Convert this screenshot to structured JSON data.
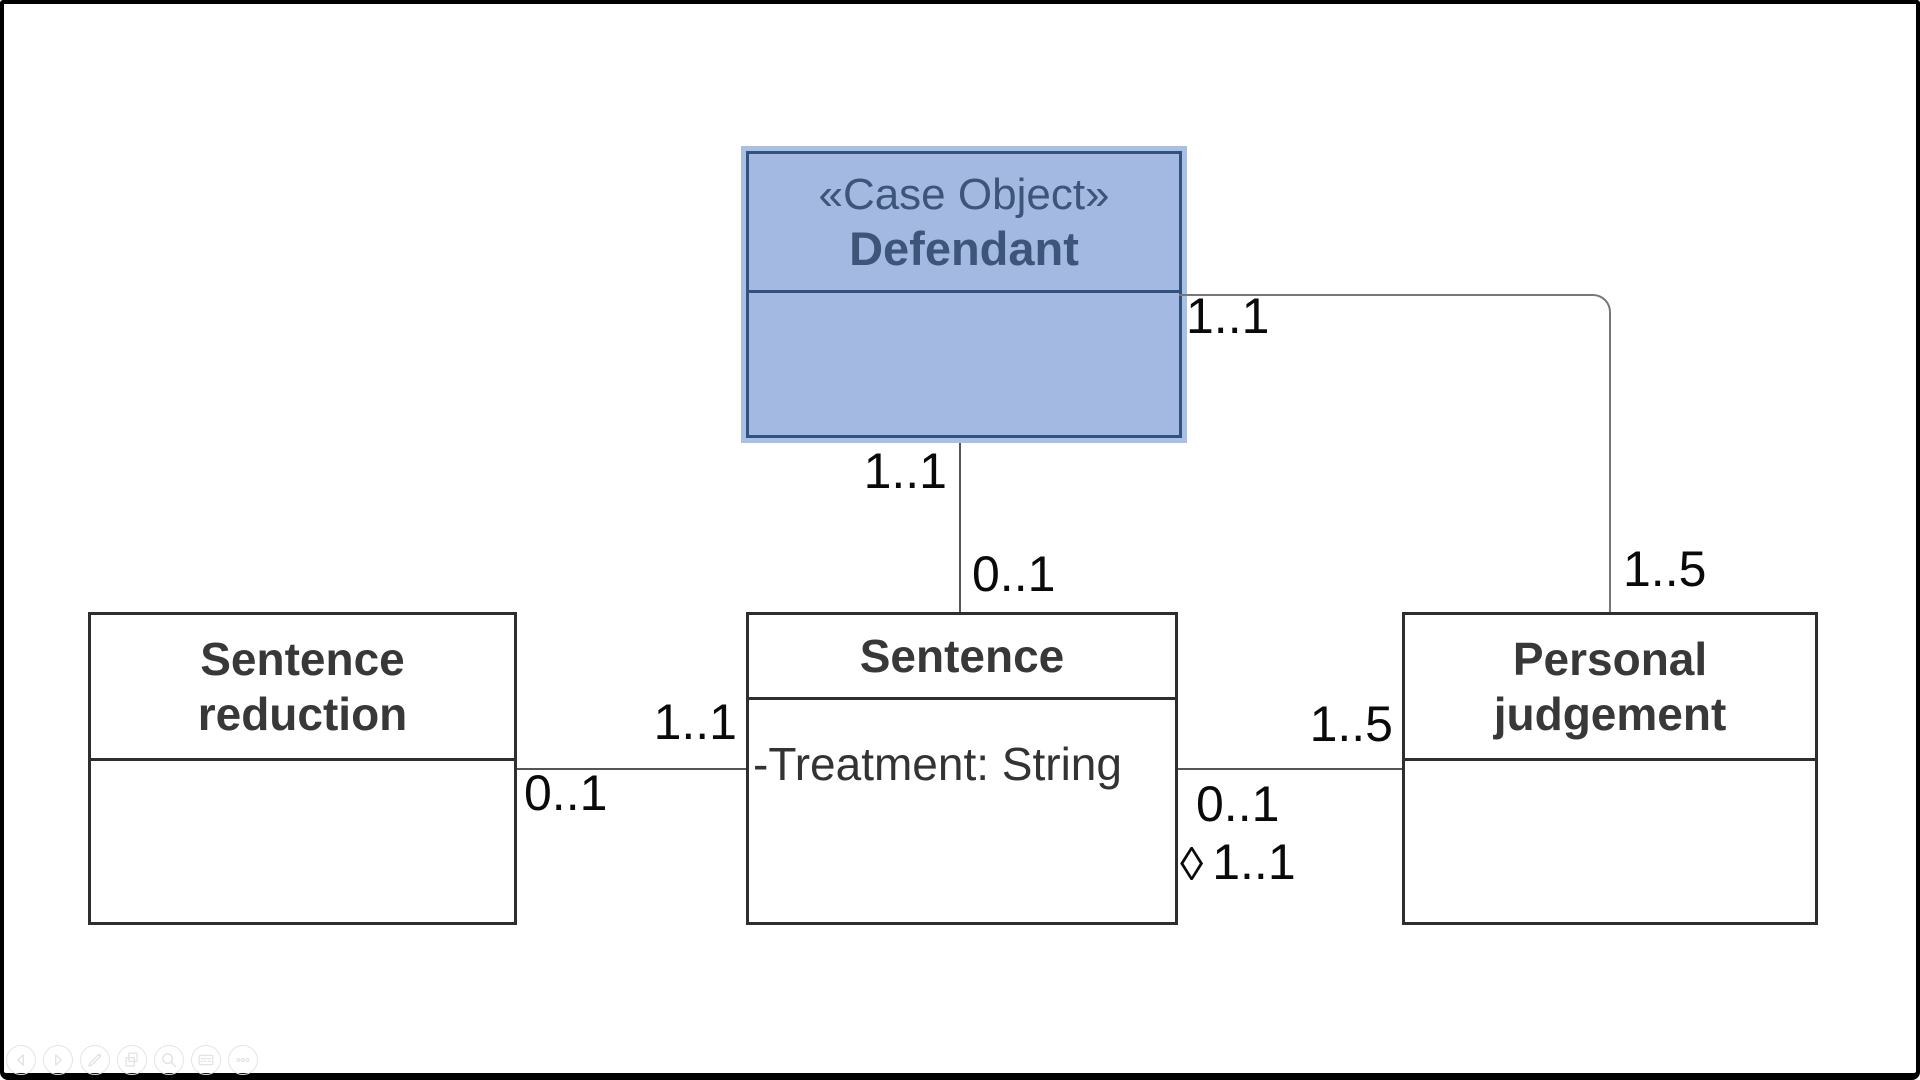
{
  "diagram": {
    "defendant": {
      "stereotype": "«Case Object»",
      "name": "Defendant",
      "fill_color": "#a4b9e1",
      "border_color": "#31517e",
      "selection_halo_color": "#aabfe4",
      "text_color": "#3c5578"
    },
    "sentence_reduction": {
      "name": "Sentence reduction"
    },
    "sentence": {
      "name": "Sentence",
      "attribute": "-Treatment: String"
    },
    "personal_judgement": {
      "name": "Personal judgement"
    },
    "associations": {
      "defendant_sentence": {
        "near_defendant": "1..1",
        "near_sentence": "0..1"
      },
      "defendant_judgement": {
        "near_defendant": "1..1",
        "near_judgement": "1..5"
      },
      "reduction_sentence": {
        "near_sentence": "1..1",
        "near_reduction": "0..1"
      },
      "sentence_judgement": {
        "near_judgement": "1..5",
        "near_sentence": "0..1",
        "aggregation_symbol": "◊",
        "aggregation_mult": "1..1"
      }
    },
    "line_color": "#555555"
  },
  "toolbar": {
    "icons": [
      "prev-page-icon",
      "next-page-icon",
      "pencil-icon",
      "copy-icon",
      "magnifier-icon",
      "display-icon",
      "ellipsis-icon"
    ]
  }
}
